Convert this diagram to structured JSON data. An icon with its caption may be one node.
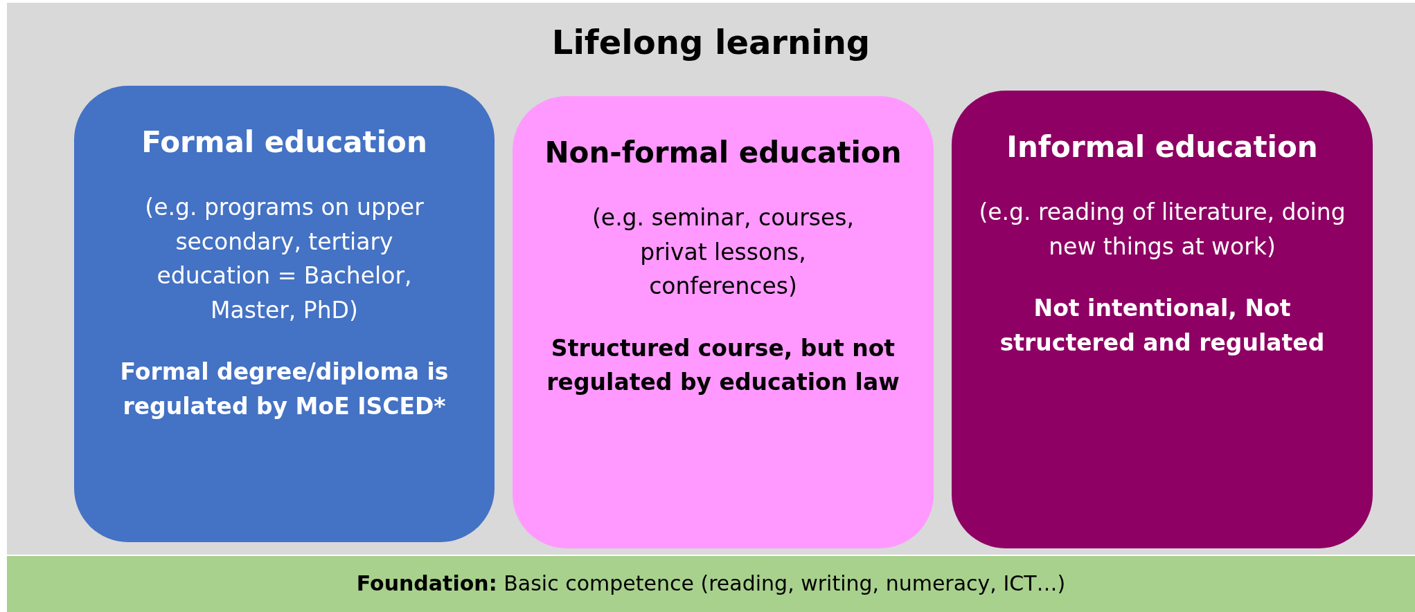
{
  "diagram": {
    "nodes": [
      {
        "text": [
          "Lifelong learning"
        ]
      },
      {
        "text": [
          "Formal education",
          "(e.g. programs on upper secondary, tertiary education = Bachelor, Master, PhD)",
          "Formal degree/diploma is regulated by MoE ISCED*"
        ],
        "in": 0
      },
      {
        "text": [
          "Non-formal education",
          "(e.g. seminar, courses, privat lessons, conferences)",
          "Structured course, but not regulated by education law"
        ],
        "in": 0
      },
      {
        "text": [
          "Informal education",
          "(e.g. reading of literature, doing new things at work)",
          "Not intentional, Not structered and regulated"
        ],
        "in": 0
      },
      {
        "text": [
          "**Foundation:** Basic competence (reading, writing, numeracy, ICT…)"
        ]
      }
    ]
  }
}
